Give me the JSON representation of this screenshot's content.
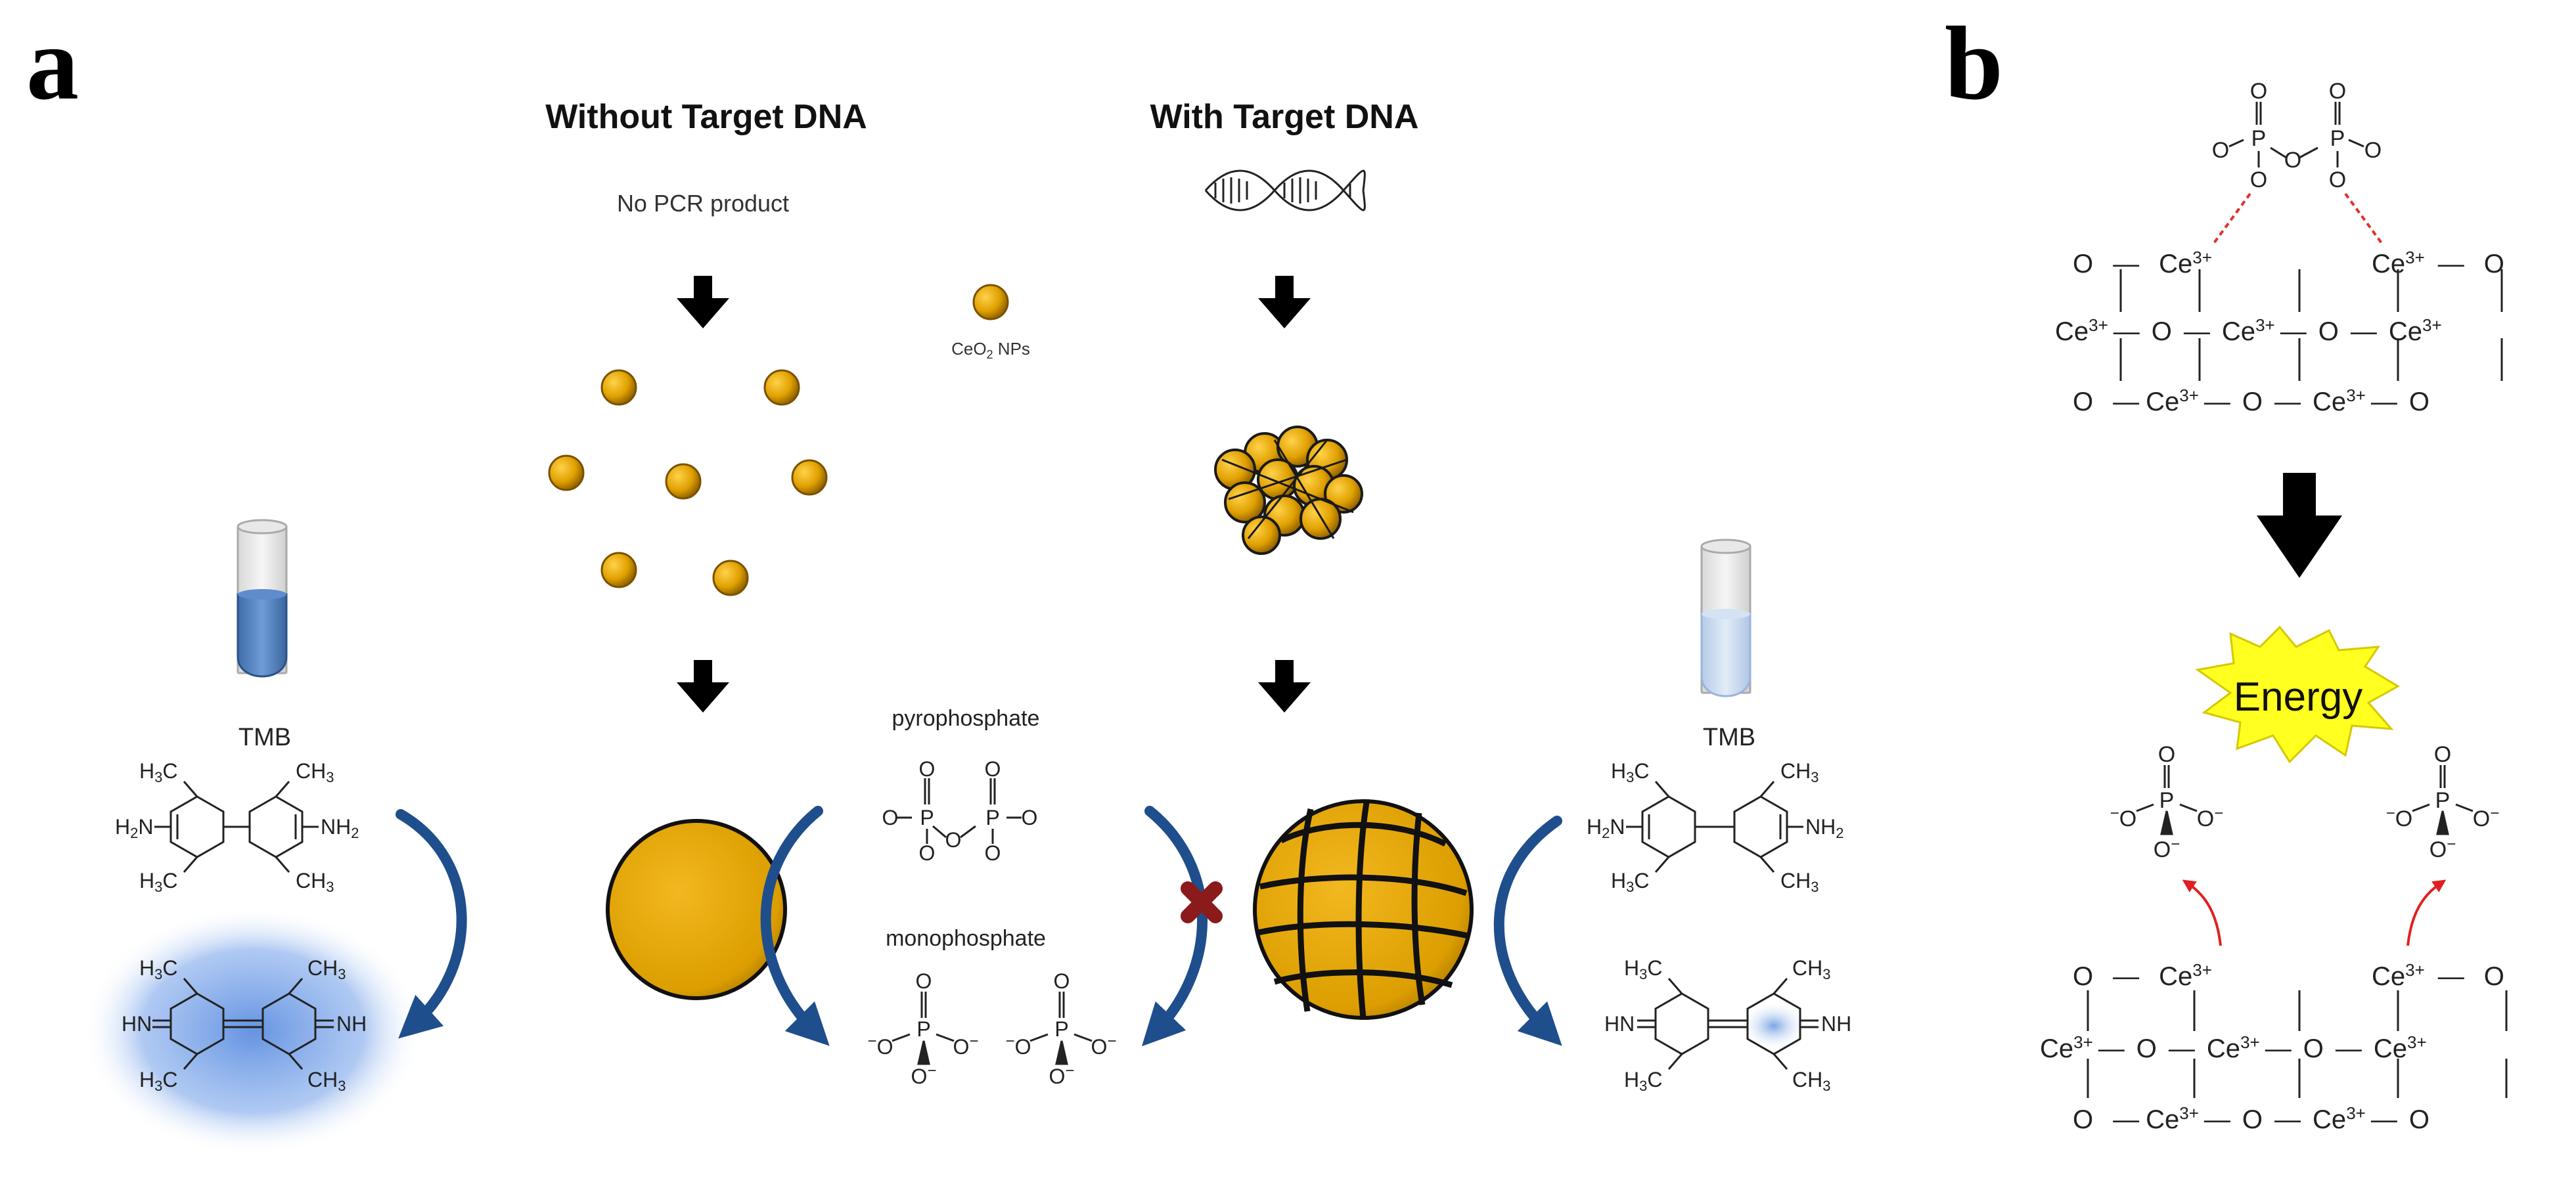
{
  "panel_a": {
    "label": "a",
    "without_header": "Without Target DNA",
    "with_header": "With Target DNA",
    "no_pcr": "No PCR product",
    "ceo2_prefix": "CeO",
    "ceo2_sub": "2",
    "ceo2_suffix": " NPs",
    "tmb_left": "TMB",
    "tmb_right": "TMB",
    "pyrophosphate": "pyrophosphate",
    "monophosphate": "monophosphate"
  },
  "panel_b": {
    "label": "b",
    "energy": "Energy",
    "ce": "Ce",
    "ce_charge": "3+",
    "o": "O",
    "p": "P",
    "dash": "—"
  },
  "tmb_labels": {
    "h3c": "H",
    "c_suffix": "C",
    "ch3": "CH",
    "three": "3",
    "h2n": "H",
    "n": "N",
    "nh2": "NH",
    "two": "2",
    "hn": "HN",
    "nh": "NH"
  },
  "phosphate_labels": {
    "o": "O",
    "p": "P",
    "minus": "−"
  },
  "colors": {
    "gold": "#e0a000",
    "gold_dark": "#8a5c00",
    "arrow_blue": "#1f4e8c",
    "tube_blue": "#4f7fc0",
    "tube_light": "#c9daf2",
    "glow": "#6b9be0",
    "energy_fill": "#ffff20",
    "red_dash": "#e03030",
    "cross_red": "#8b1a1a"
  }
}
